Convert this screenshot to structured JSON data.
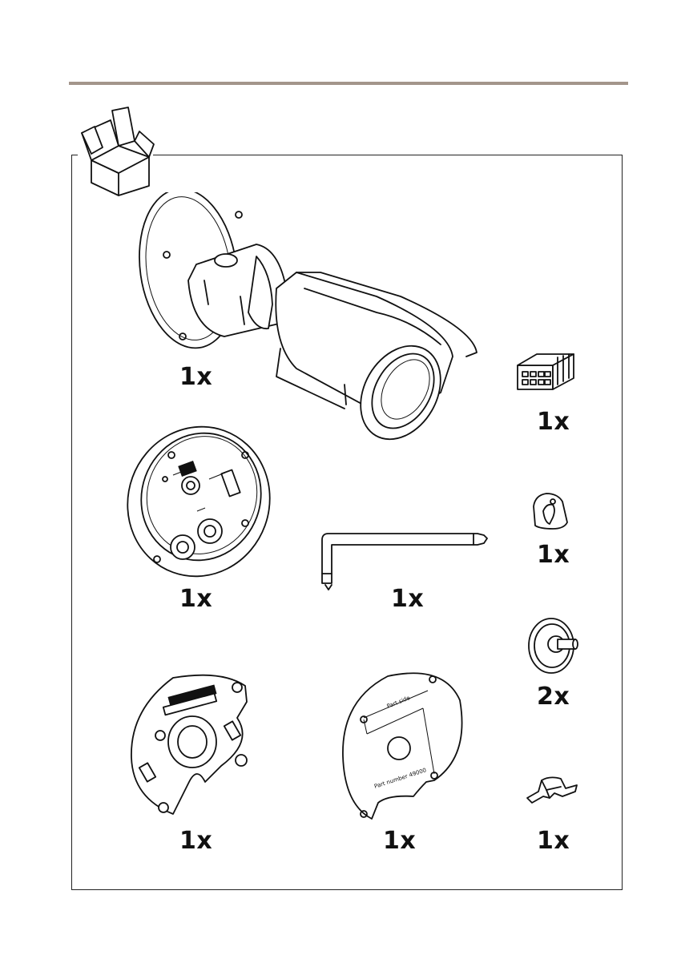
{
  "items": {
    "camera": {
      "quantity": "1x"
    },
    "connector_block": {
      "quantity": "1x"
    },
    "junction_box": {
      "quantity": "1x"
    },
    "torx_key": {
      "quantity": "1x"
    },
    "cable_gasket": {
      "quantity": "1x"
    },
    "grommet": {
      "quantity": "2x"
    },
    "mounting_bracket": {
      "quantity": "1x"
    },
    "drill_template": {
      "quantity": "1x"
    },
    "clip": {
      "quantity": "1x"
    }
  },
  "colors": {
    "rule": "#a3958b",
    "frame": "#222222",
    "ink": "#111111"
  }
}
